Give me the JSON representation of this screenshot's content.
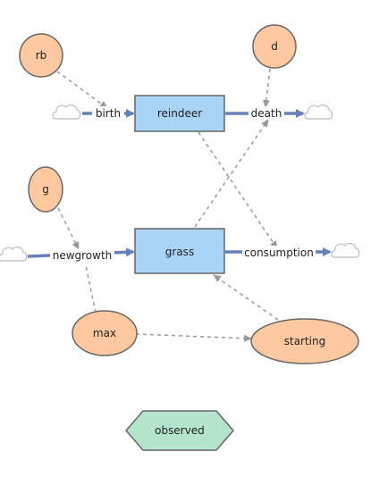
{
  "stocks": {
    "reindeer": "reindeer",
    "grass": "grass"
  },
  "flows": {
    "birth": "birth",
    "death": "death",
    "newgrowth": "newgrowth",
    "consumption": "consumption"
  },
  "variables": {
    "rb": "rb",
    "d": "d",
    "g": "g",
    "max": "max",
    "starting": "starting"
  },
  "observed": "observed",
  "colors": {
    "stock_fill": "#aad4f5",
    "variable_fill": "#fec8a0",
    "observed_fill": "#b4e4cc",
    "flow_arrow": "#6680bb",
    "link": "#999999"
  }
}
